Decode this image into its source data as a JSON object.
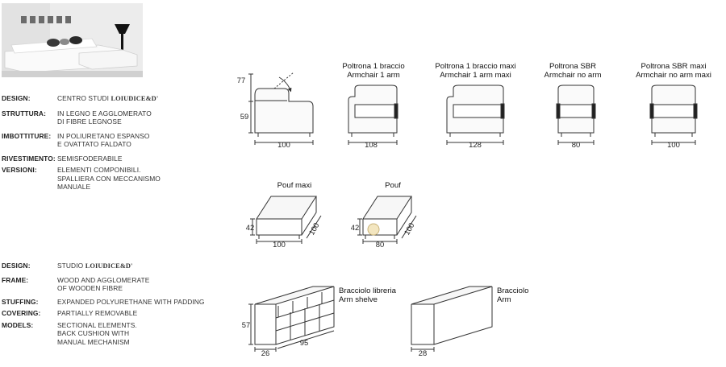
{
  "spec_it": [
    {
      "key": "DESIGN:",
      "value": "CENTRO STUDI",
      "brand": "LOIUDICE&D'"
    },
    {
      "key": "STRUTTURA:",
      "value": "IN LEGNO E AGGLOMERATO\nDI FIBRE LEGNOSE"
    },
    {
      "key": "IMBOTTITURE:",
      "value": "IN POLIURETANO ESPANSO\nE OVATTATO FALDATO"
    },
    {
      "key": "RIVESTIMENTO:",
      "value": "SEMISFODERABILE"
    },
    {
      "key": "VERSIONI:",
      "value": "ELEMENTI COMPONIBILI.\nSPALLIERA CON MECCANISMO\nMANUALE"
    }
  ],
  "spec_en": [
    {
      "key": "DESIGN:",
      "value": "STUDIO",
      "brand": "LOIUDICE&D'"
    },
    {
      "key": "FRAME:",
      "value": "WOOD AND AGGLOMERATE\nOF WOODEN FIBRE"
    },
    {
      "key": "STUFFING:",
      "value": "EXPANDED POLYURETHANE WITH PADDING"
    },
    {
      "key": "COVERING:",
      "value": "PARTIALLY REMOVABLE"
    },
    {
      "key": "MODELS:",
      "value": "SECTIONAL ELEMENTS.\nBACK CUSHION WITH\nMANUAL MECHANISM"
    }
  ],
  "side_view": {
    "height_top": "77",
    "height_seat": "59",
    "width": "100"
  },
  "armchairs": [
    {
      "label": "Poltrona 1 braccio\nArmchair 1 arm",
      "width": "108"
    },
    {
      "label": "Poltrona 1 braccio maxi\nArmchair 1 arm maxi",
      "width": "128"
    },
    {
      "label": "Poltrona SBR\nArmchair no arm",
      "width": "80"
    },
    {
      "label": "Poltrona SBR maxi\nArmchair no arm maxi",
      "width": "100"
    }
  ],
  "poufs": [
    {
      "label": "Pouf maxi",
      "height": "42",
      "width": "100",
      "depth": "100"
    },
    {
      "label": "Pouf",
      "height": "42",
      "width": "80",
      "depth": "100"
    }
  ],
  "arm_shelves": {
    "label": "Bracciolo libreria\nArm shelve",
    "height": "57",
    "depth": "26",
    "width": "95"
  },
  "arm": {
    "label": "Bracciolo\nArm",
    "depth": "28"
  }
}
